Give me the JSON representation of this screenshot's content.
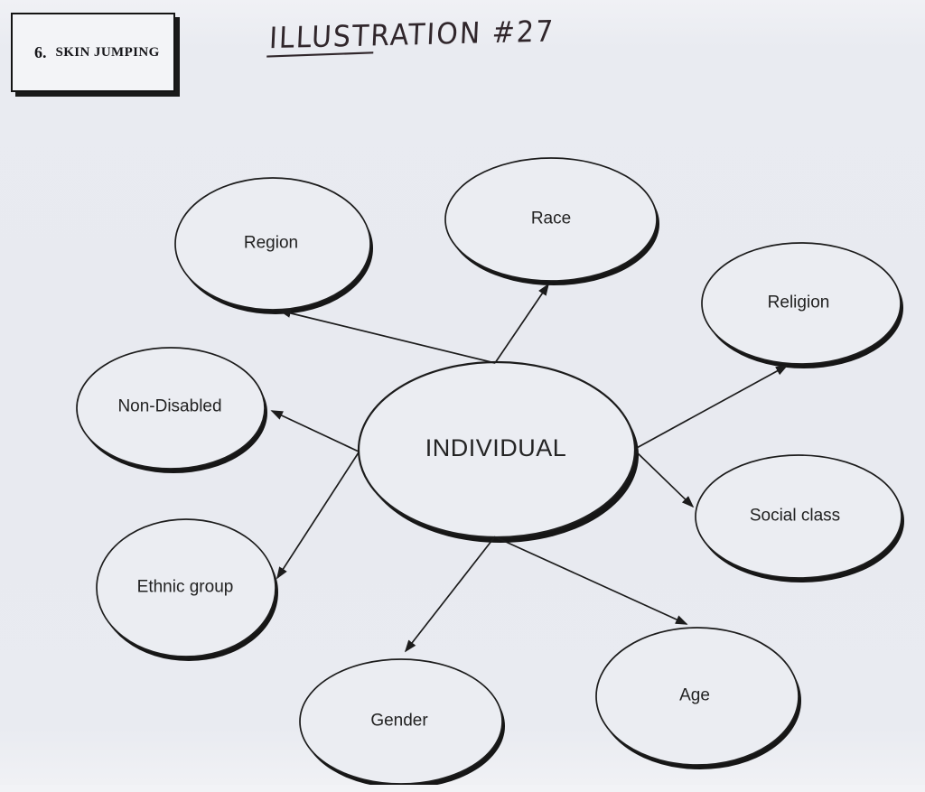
{
  "page": {
    "section_box": {
      "number": "6.",
      "label": "SKIN JUMPING"
    },
    "handwritten_title": "ILLUSTRATION #27"
  },
  "diagram": {
    "type": "spider-map",
    "center": {
      "label": "INDIVIDUAL"
    },
    "nodes": [
      {
        "id": "region",
        "label": "Region"
      },
      {
        "id": "race",
        "label": "Race"
      },
      {
        "id": "religion",
        "label": "Religion"
      },
      {
        "id": "social-class",
        "label": "Social class"
      },
      {
        "id": "non-disabled",
        "label": "Non-Disabled"
      },
      {
        "id": "ethnic-group",
        "label": "Ethnic group"
      },
      {
        "id": "gender",
        "label": "Gender"
      },
      {
        "id": "age",
        "label": "Age"
      }
    ],
    "edges": [
      "INDIVIDUAL->Region",
      "INDIVIDUAL->Race",
      "INDIVIDUAL->Religion",
      "INDIVIDUAL->Social class",
      "INDIVIDUAL->Non-Disabled",
      "INDIVIDUAL->Ethnic group",
      "INDIVIDUAL->Gender",
      "INDIVIDUAL->Age"
    ]
  },
  "colors": {
    "paper": "#e9ebf1",
    "ink": "#1c1c1c",
    "node_fill": "#ebedf2",
    "handwriting": "#30262b"
  }
}
